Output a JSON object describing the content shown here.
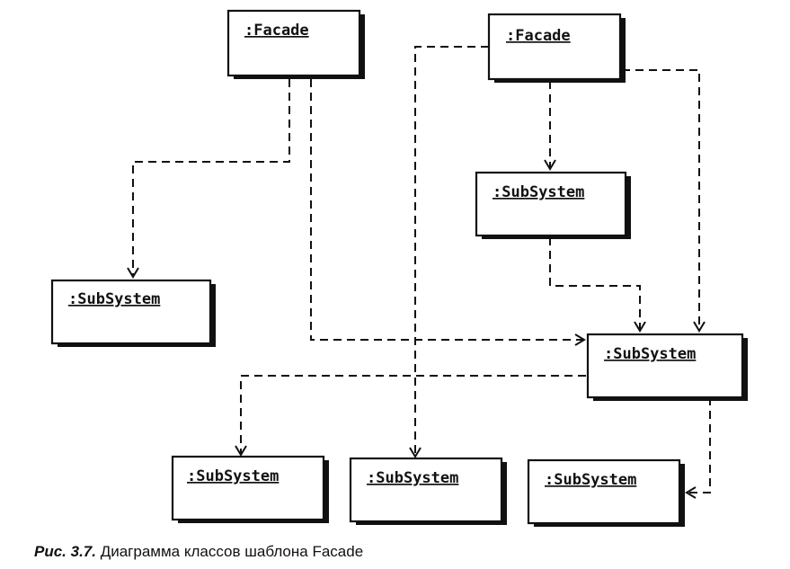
{
  "nodes": {
    "facade_left": ":Facade",
    "facade_right": ":Facade",
    "subsystem_left": ":SubSystem",
    "subsystem_upper": ":SubSystem",
    "subsystem_center": ":SubSystem",
    "subsystem_bottom1": ":SubSystem",
    "subsystem_bottom2": ":SubSystem",
    "subsystem_bottom3": ":SubSystem"
  },
  "caption": {
    "figure_number": "Рис. 3.7.",
    "text": "Диаграмма классов шаблона Facade"
  }
}
